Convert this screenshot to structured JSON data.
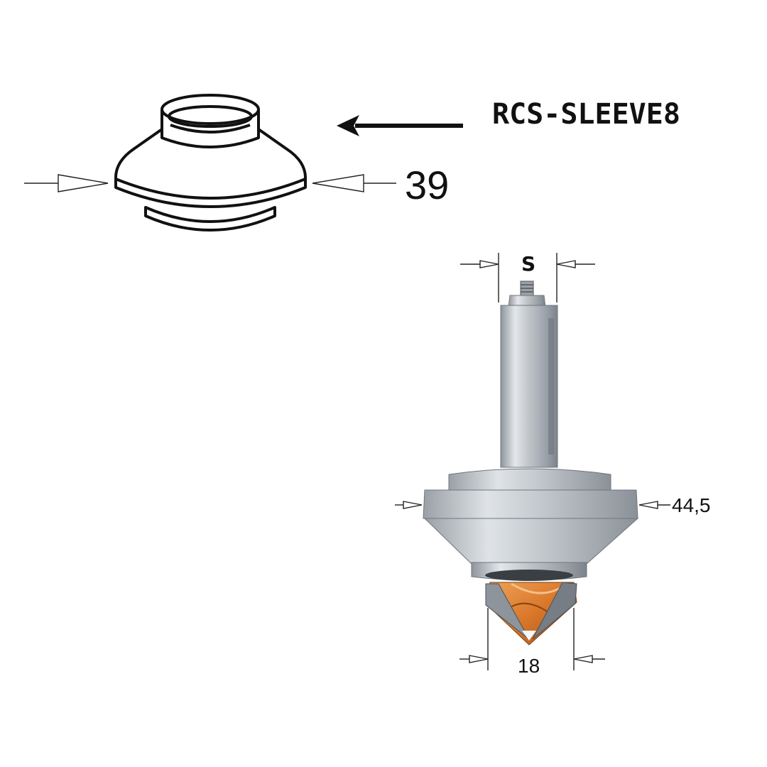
{
  "sleeve": {
    "part_code": "RCS-SLEEVE8",
    "diameter": "39"
  },
  "bit": {
    "shank_label": "S",
    "bearing_diameter": "44,5",
    "cut_diameter": "18"
  },
  "colors": {
    "line": "#111111",
    "aluminum": "#c8ccd0",
    "cutter_orange": "#d9782a"
  }
}
